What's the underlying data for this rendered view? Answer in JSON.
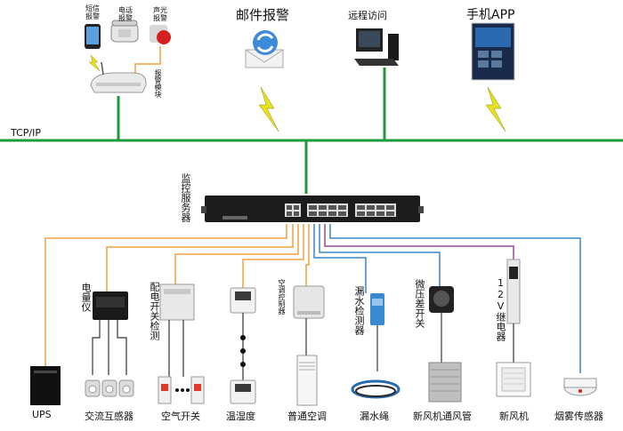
{
  "network": {
    "label": "TCP/IP"
  },
  "server": {
    "label": "监控服务器"
  },
  "top": {
    "sms_label": "短信报警",
    "phone_label": "电话报警",
    "sound_light_label": "声光报警",
    "alarm_module_label": "报警模块",
    "email_label": "邮件报警",
    "remote_label": "远程访问",
    "app_label": "手机APP"
  },
  "devices": {
    "ups": "UPS",
    "meter": "电量仪",
    "ct": "交流互感器",
    "switch_detect": "配电开关检测",
    "air_switch": "空气开关",
    "temp_humidity": "温湿度",
    "ac_controller": "空调控制器",
    "ac": "普通空调",
    "leak_detector": "漏水检测器",
    "leak_rope": "漏水绳",
    "pressure_switch": "微压差开关",
    "fresh_air_duct": "新风机通风管",
    "relay": "12V继电器",
    "fresh_air_fan": "新风机",
    "smoke": "烟雾传感器"
  },
  "colors": {
    "network_line": "#1c9a3c",
    "orange_line": "#f0a040",
    "blue_line": "#3a86c8",
    "purple_line": "#9a4a9a"
  }
}
